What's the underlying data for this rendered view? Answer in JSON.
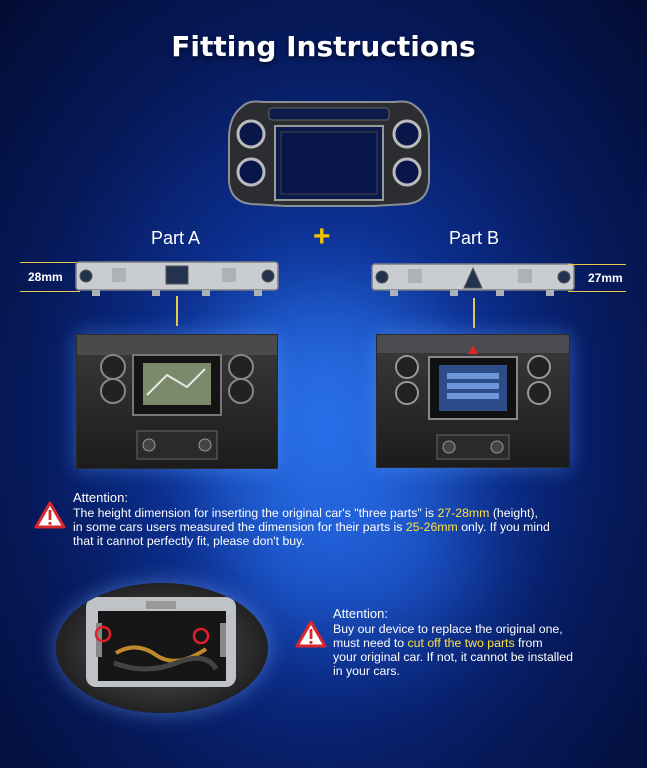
{
  "title": "Fitting Instructions",
  "parts": {
    "a_label": "Part A",
    "b_label": "Part B",
    "plus": "+",
    "a_dim": "28mm",
    "b_dim": "27mm"
  },
  "attention1": {
    "title": "Attention:",
    "line1_pre": "The height dimension for inserting the original car's \"three parts\" is ",
    "line1_hl": "27-28mm",
    "line1_post": " (height),",
    "line2_pre": "in some cars users measured the dimension for their parts is ",
    "line2_hl": "25-26mm",
    "line2_post": " only. If you mind",
    "line3": "that it cannot perfectly fit, please don't buy."
  },
  "attention2": {
    "title": "Attention:",
    "line1": "Buy our device to replace the original one,",
    "line2_pre": "must need to ",
    "line2_hl": "cut off the two parts",
    "line2_post": " from",
    "line3": "your original car. If not, it cannot be installed",
    "line4": "in your cars."
  },
  "colors": {
    "highlight": "#ffe23a",
    "accent": "#f2c400",
    "warning": "#d9262b"
  },
  "icons": {
    "warning": "warning-triangle-icon"
  }
}
